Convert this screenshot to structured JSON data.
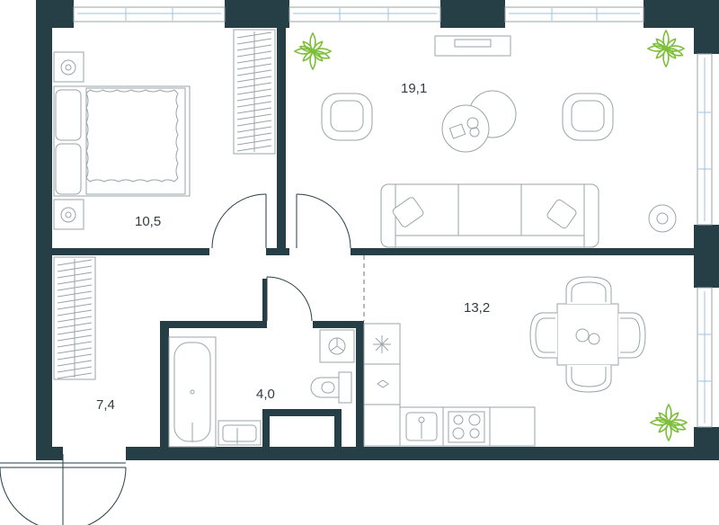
{
  "rooms": [
    {
      "id": "bedroom",
      "area": "10,5"
    },
    {
      "id": "living-room",
      "area": "19,1"
    },
    {
      "id": "hallway",
      "area": "7,4"
    },
    {
      "id": "bathroom",
      "area": "4,0"
    },
    {
      "id": "kitchen",
      "area": "13,2"
    }
  ],
  "colors": {
    "wall": "#263f46",
    "furniture": "#9aa4a8",
    "plant": "#7dbf3a",
    "window": "#9cc3dc"
  }
}
